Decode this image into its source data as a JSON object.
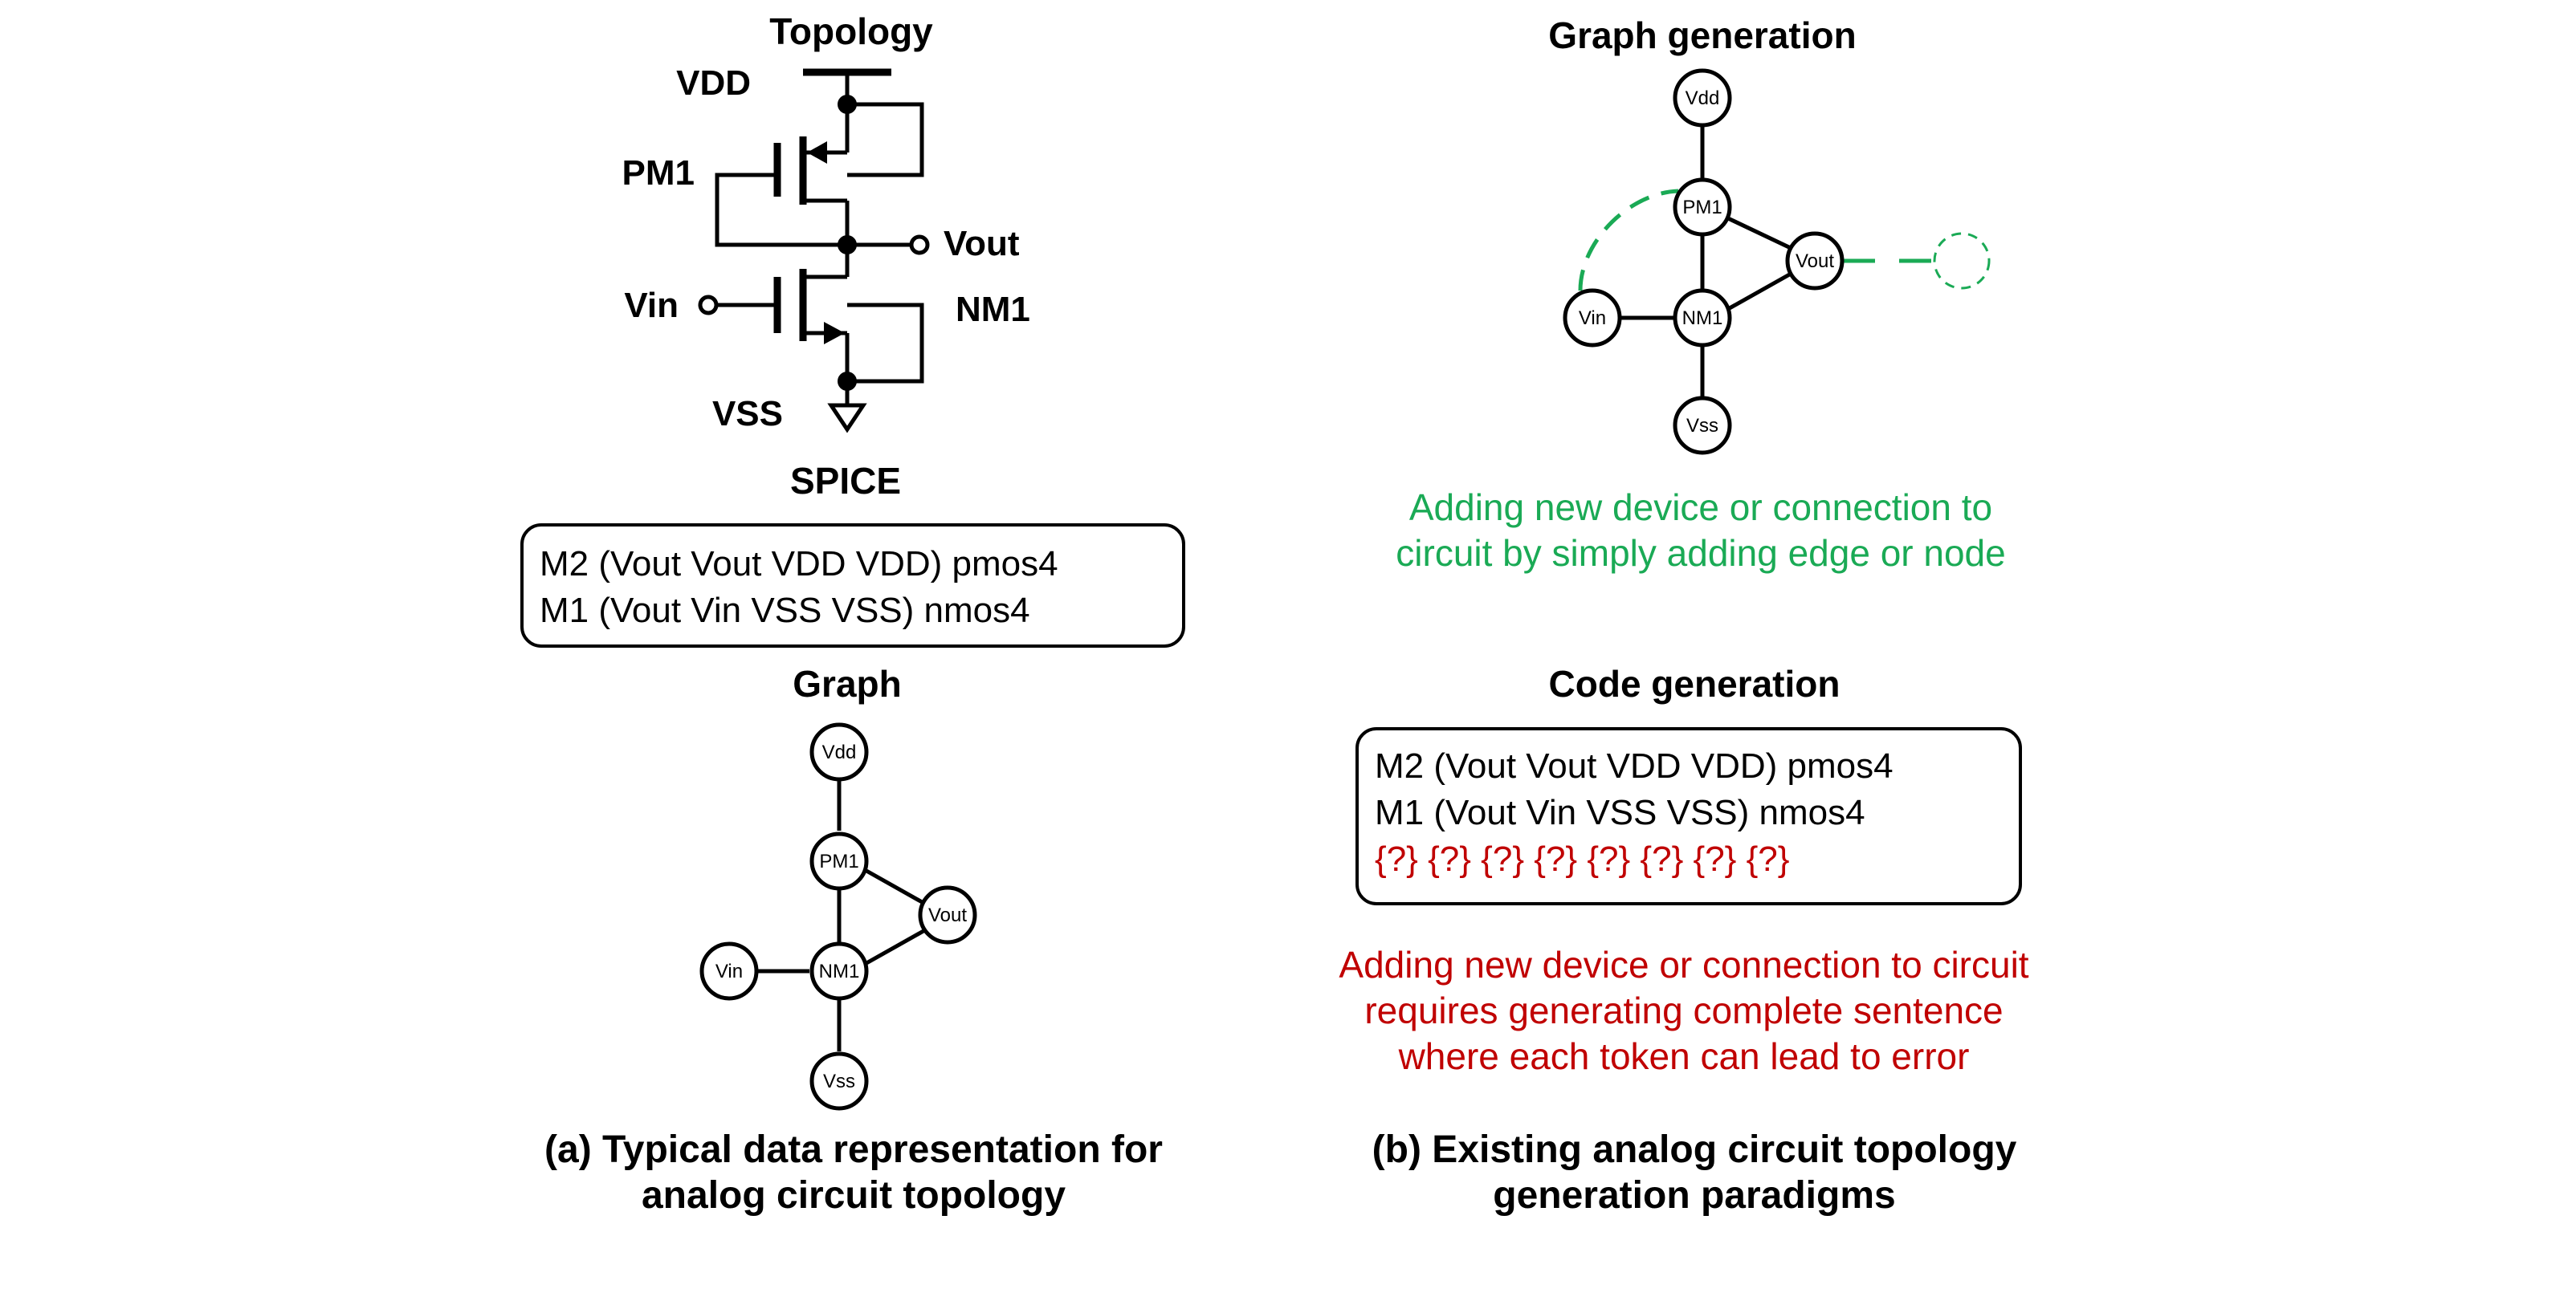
{
  "panel_a": {
    "topology_title": "Topology",
    "labels": {
      "vdd": "VDD",
      "pm1": "PM1",
      "vout": "Vout",
      "vin": "Vin",
      "nm1": "NM1",
      "vss": "VSS"
    },
    "spice_title": "SPICE",
    "spice_lines": [
      "M2 (Vout Vout VDD VDD) pmos4",
      "M1 (Vout Vin VSS VSS) nmos4"
    ],
    "graph_title": "Graph",
    "graph_nodes": {
      "vdd": "Vdd",
      "pm1": "PM1",
      "vout": "Vout",
      "nm1": "NM1",
      "vin": "Vin",
      "vss": "Vss"
    },
    "caption_line1": "(a) Typical data representation for",
    "caption_line2": "analog circuit topology"
  },
  "panel_b": {
    "graph_gen_title": "Graph generation",
    "graph_nodes": {
      "vdd": "Vdd",
      "pm1": "PM1",
      "vout": "Vout",
      "nm1": "NM1",
      "vin": "Vin",
      "vss": "Vss"
    },
    "graph_note_line1": "Adding new device or connection to",
    "graph_note_line2": "circuit by simply adding edge or node",
    "code_gen_title": "Code generation",
    "code_lines": [
      "M2 (Vout Vout VDD VDD) pmos4",
      "M1 (Vout Vin VSS VSS) nmos4"
    ],
    "code_unknown_line": "{?} {?} {?} {?} {?} {?} {?} {?}",
    "code_note_line1": "Adding new device or connection to circuit",
    "code_note_line2": "requires generating complete sentence",
    "code_note_line3": "where each token can lead to error",
    "caption_line1": "(b) Existing analog circuit topology",
    "caption_line2": "generation paradigms"
  },
  "colors": {
    "green": "#1aaa55",
    "red": "#c00000"
  }
}
